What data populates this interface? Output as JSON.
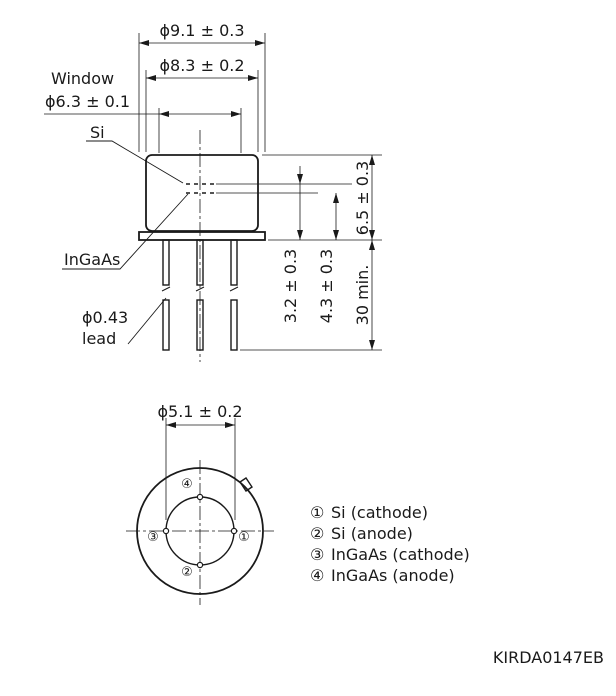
{
  "dimensions": {
    "outer_diameter": "ϕ9.1 ± 0.3",
    "body_diameter": "ϕ8.3 ± 0.2",
    "window_title": "Window",
    "window_diameter": "ϕ6.3 ± 0.1",
    "cap_height": "6.5 ± 0.3",
    "si_offset": "3.2 ± 0.3",
    "ingaas_offset": "4.3 ± 0.3",
    "lead_length": "30 min.",
    "lead_diameter": "ϕ0.43",
    "lead_word": "lead",
    "pin_circle": "ϕ5.1 ± 0.2"
  },
  "labels": {
    "si": "Si",
    "ingaas": "InGaAs"
  },
  "pins": [
    {
      "number": "①",
      "description": "Si (cathode)"
    },
    {
      "number": "②",
      "description": "Si (anode)"
    },
    {
      "number": "③",
      "description": "InGaAs (cathode)"
    },
    {
      "number": "④",
      "description": "InGaAs (anode)"
    }
  ],
  "drawing_code": "KIRDA0147EB"
}
